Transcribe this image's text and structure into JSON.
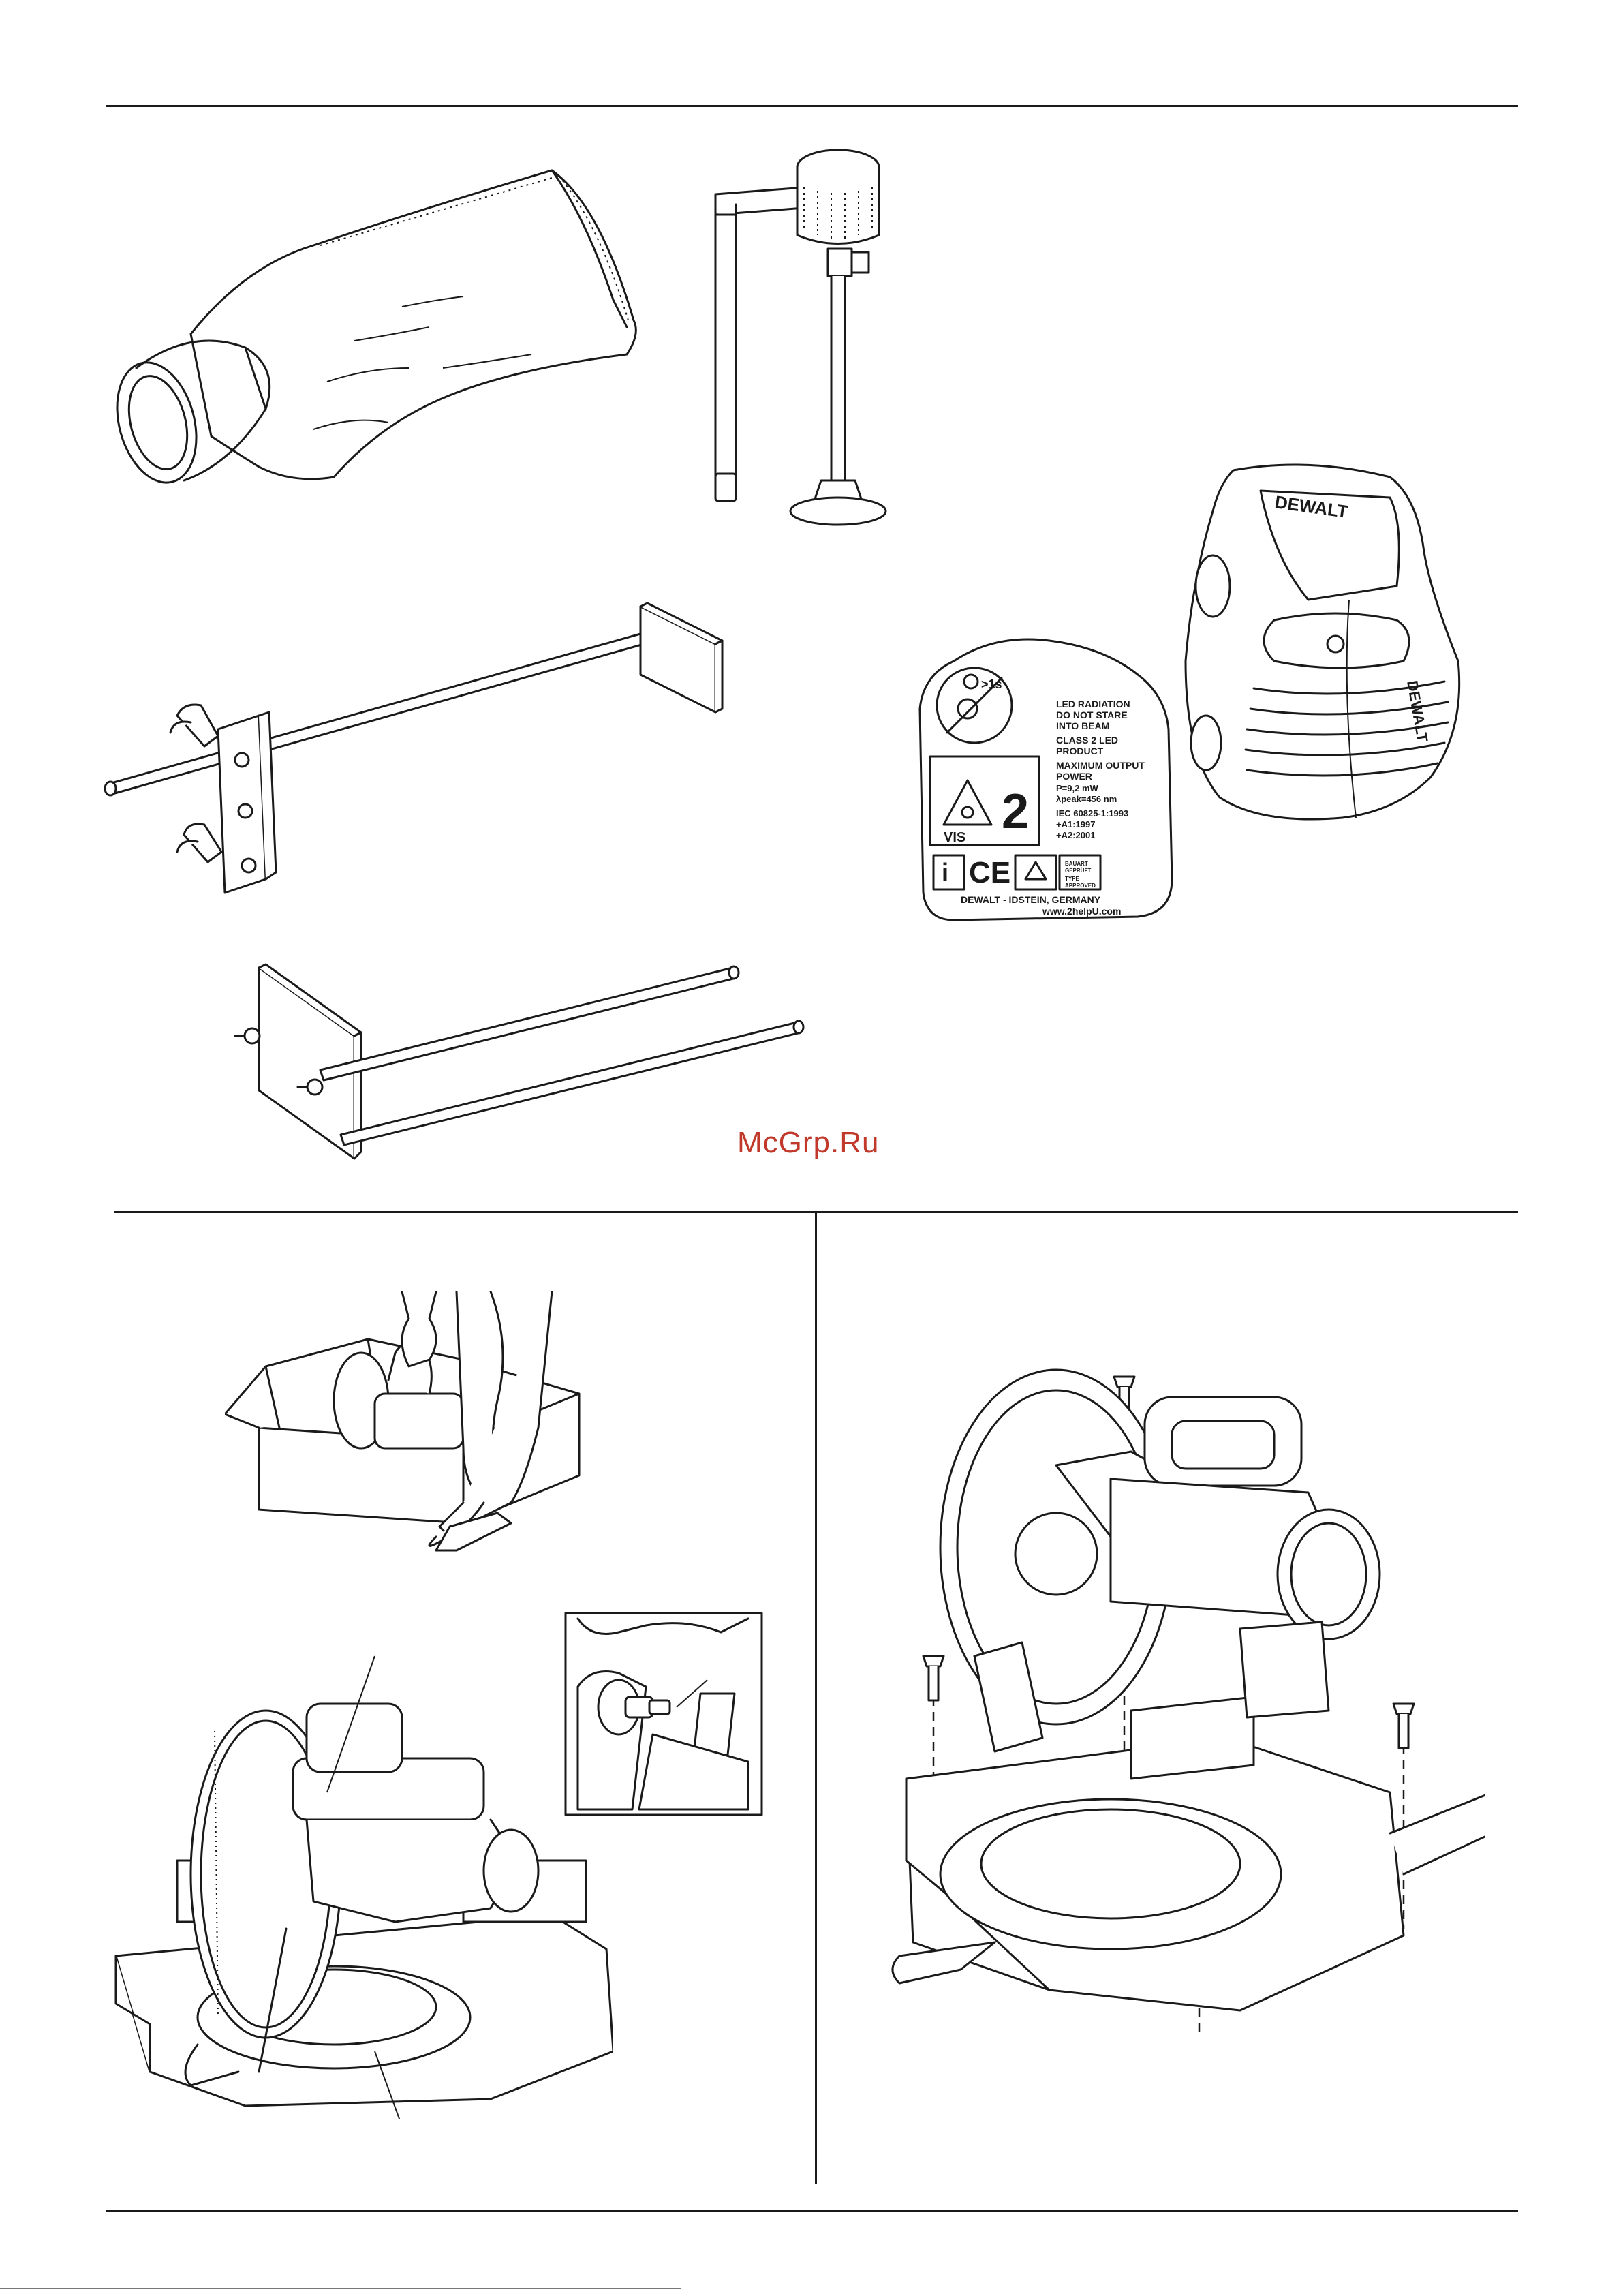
{
  "watermark": "McGrp.Ru",
  "laser_label": {
    "warning_lines": [
      "LED RADIATION",
      "DO NOT STARE",
      "INTO BEAM",
      "CLASS 2 LED",
      "PRODUCT",
      "MAXIMUM OUTPUT",
      "POWER",
      "P=9,2 mW",
      "λpeak=456 nm",
      "IEC 60825-1:1993",
      "+A1:1997",
      "+A2:2001"
    ],
    "class_number": "2",
    "vis_text": "VIS",
    "ce_mark": "CE",
    "info_symbol": "i",
    "approval_lines": [
      "BAUART",
      "GEPRÜFT",
      "TYPE",
      "APPROVED"
    ],
    "manufacturer": "DEWALT - IDSTEIN, GERMANY",
    "website": "www.2helpU.com",
    "beam_symbol": ">1s"
  },
  "brand": {
    "logo_text": "DEWALT"
  },
  "colors": {
    "ink": "#1a1a1a",
    "watermark": "#c0392b",
    "paper": "#ffffff"
  }
}
